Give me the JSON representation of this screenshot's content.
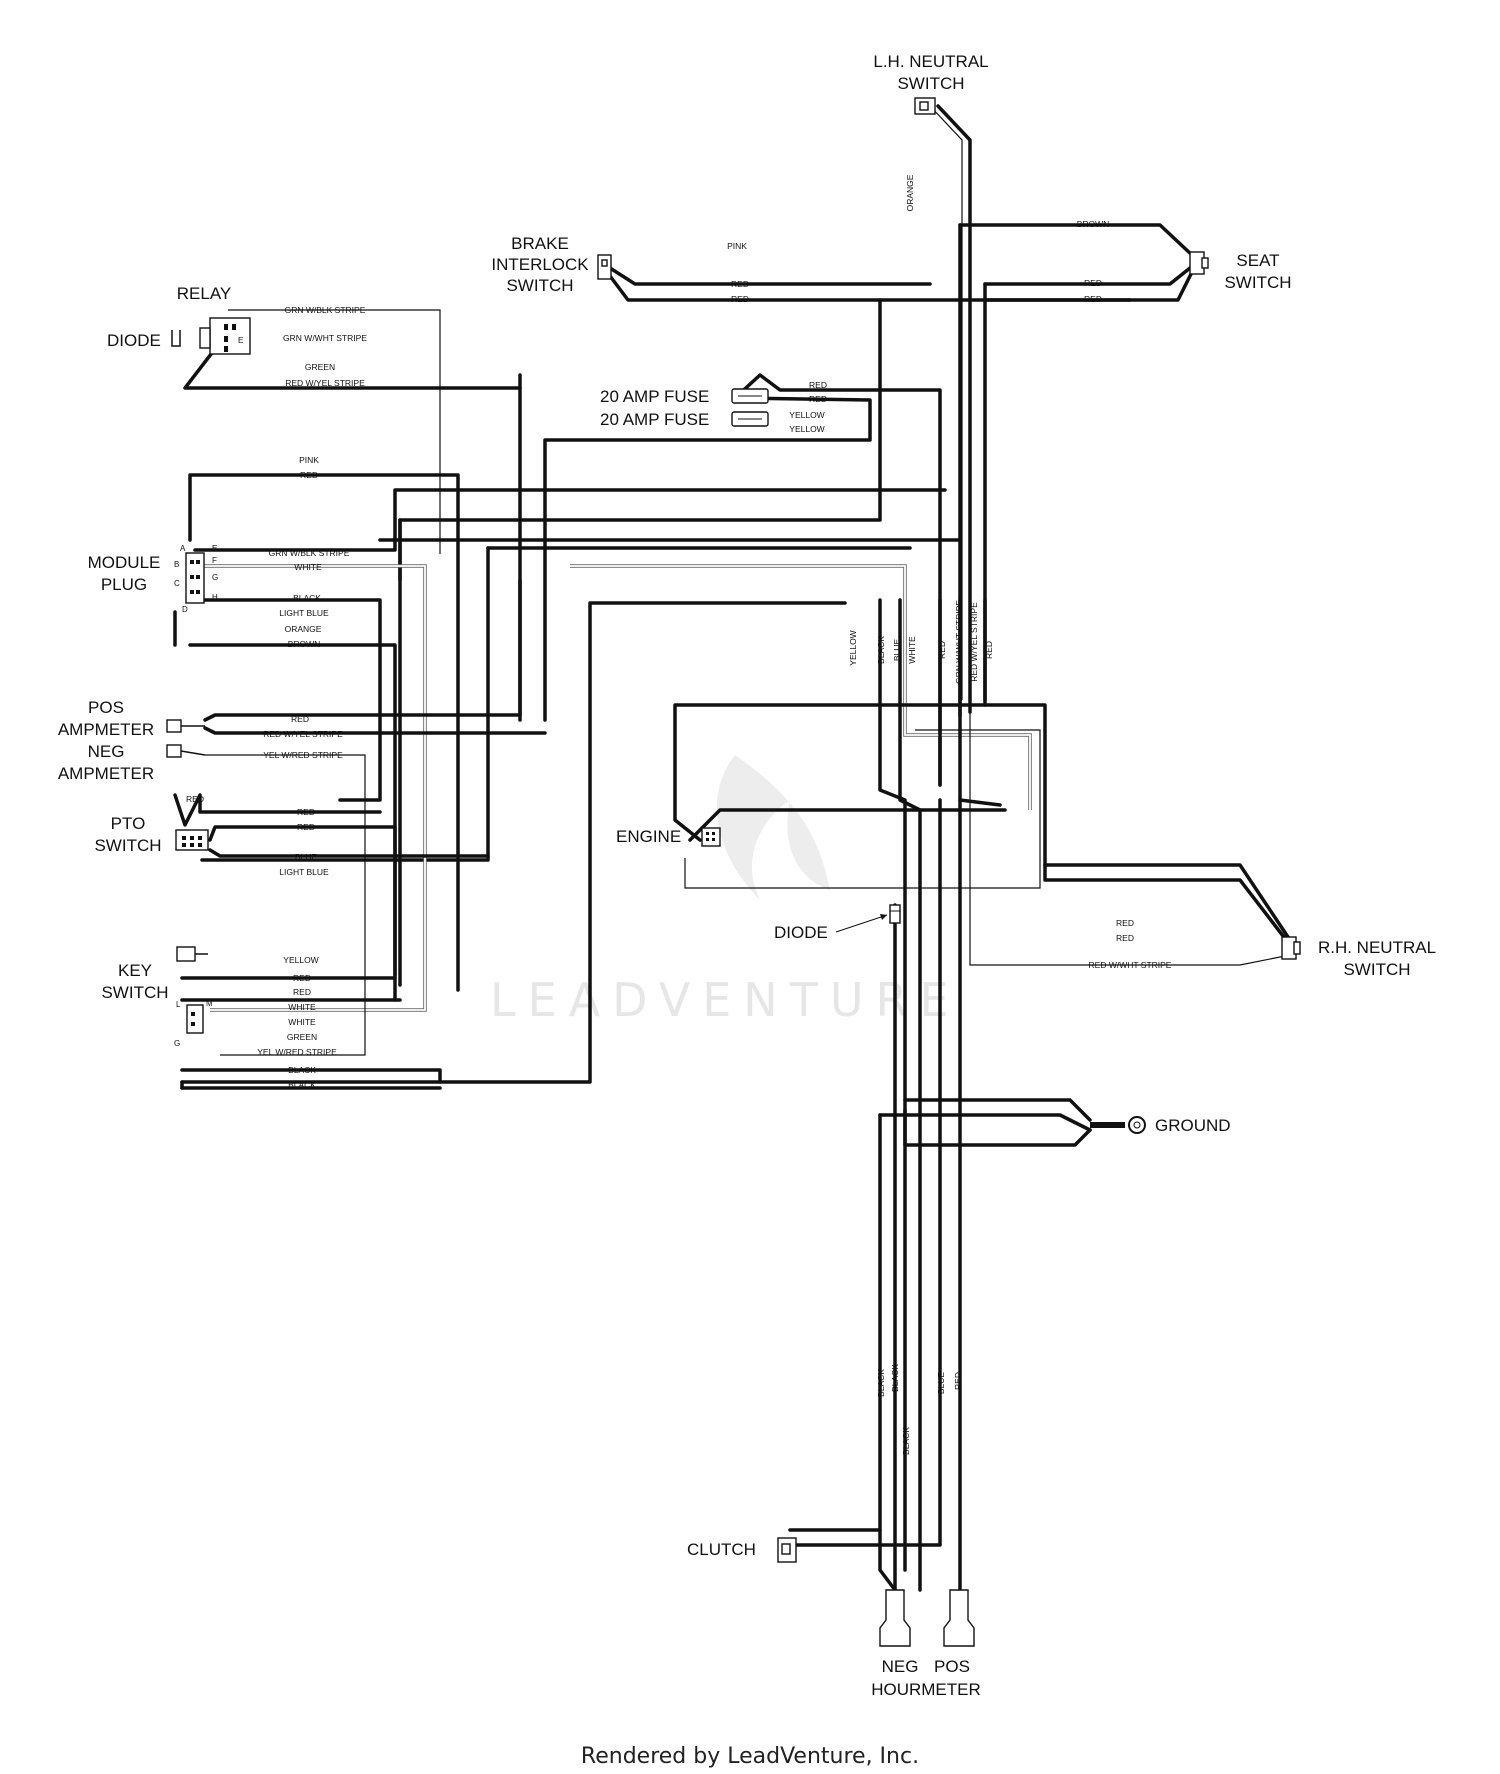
{
  "components": {
    "lh_neutral_switch": [
      "L.H. NEUTRAL",
      "SWITCH"
    ],
    "brake_interlock_switch": [
      "BRAKE",
      "INTERLOCK",
      "SWITCH"
    ],
    "seat_switch": [
      "SEAT",
      "SWITCH"
    ],
    "relay": "RELAY",
    "diode_relay": "DIODE",
    "fuse_1": "20 AMP FUSE",
    "fuse_2": "20 AMP FUSE",
    "module_plug": [
      "MODULE",
      "PLUG"
    ],
    "pos_ampmeter": [
      "POS",
      "AMPMETER"
    ],
    "neg_ampmeter": [
      "NEG",
      "AMPMETER"
    ],
    "pto_switch": [
      "PTO",
      "SWITCH"
    ],
    "key_switch": [
      "KEY",
      "SWITCH"
    ],
    "engine": "ENGINE",
    "diode_engine": "DIODE",
    "rh_neutral_switch": [
      "R.H. NEUTRAL",
      "SWITCH"
    ],
    "ground": "GROUND",
    "clutch": "CLUTCH",
    "hourmeter": {
      "neg": "NEG",
      "pos": "POS",
      "label": "HOURMETER"
    }
  },
  "terminals": {
    "module_plug": [
      "A",
      "B",
      "C",
      "D",
      "E",
      "F",
      "G",
      "H"
    ],
    "key_switch": [
      "L",
      "M",
      "G"
    ],
    "relay": "E"
  },
  "wire_labels": {
    "relay": [
      "GRN W/BLK STRIPE",
      "GRN W/WHT STRIPE",
      "GREEN",
      "RED W/YEL STRIPE"
    ],
    "module": [
      "PINK",
      "RED",
      "GRN W/BLK STRIPE",
      "WHITE",
      "BLACK",
      "LIGHT BLUE",
      "ORANGE",
      "BROWN"
    ],
    "ampmeter": [
      "RED",
      "RED W/YEL STRIPE",
      "YEL W/RED STRIPE"
    ],
    "pto": [
      "RED",
      "RED",
      "RED",
      "BLUE",
      "LIGHT BLUE"
    ],
    "key": [
      "YELLOW",
      "RED",
      "RED",
      "WHITE",
      "WHITE",
      "GREEN",
      "YEL W/RED STRIPE",
      "BLACK",
      "BLACK"
    ],
    "brake": [
      "PINK",
      "RED",
      "RED"
    ],
    "seat": [
      "BROWN",
      "RED",
      "RED"
    ],
    "lh_neutral": "ORANGE",
    "fuse": [
      "RED",
      "RED",
      "YELLOW",
      "YELLOW"
    ],
    "harness_vertical": [
      "YELLOW",
      "BLACK",
      "BLUE",
      "WHITE",
      "RED",
      "GRN W/WHT STRIPE",
      "RED W/YEL STRIPE",
      "RED"
    ],
    "rh_neutral": [
      "RED",
      "RED",
      "RED W/WHT STRIPE"
    ],
    "lower_vertical": [
      "BLACK",
      "BLACK",
      "BLACK",
      "BLUE",
      "RED"
    ]
  },
  "watermark": "LEADVENTURE",
  "credit": "Rendered by LeadVenture, Inc."
}
